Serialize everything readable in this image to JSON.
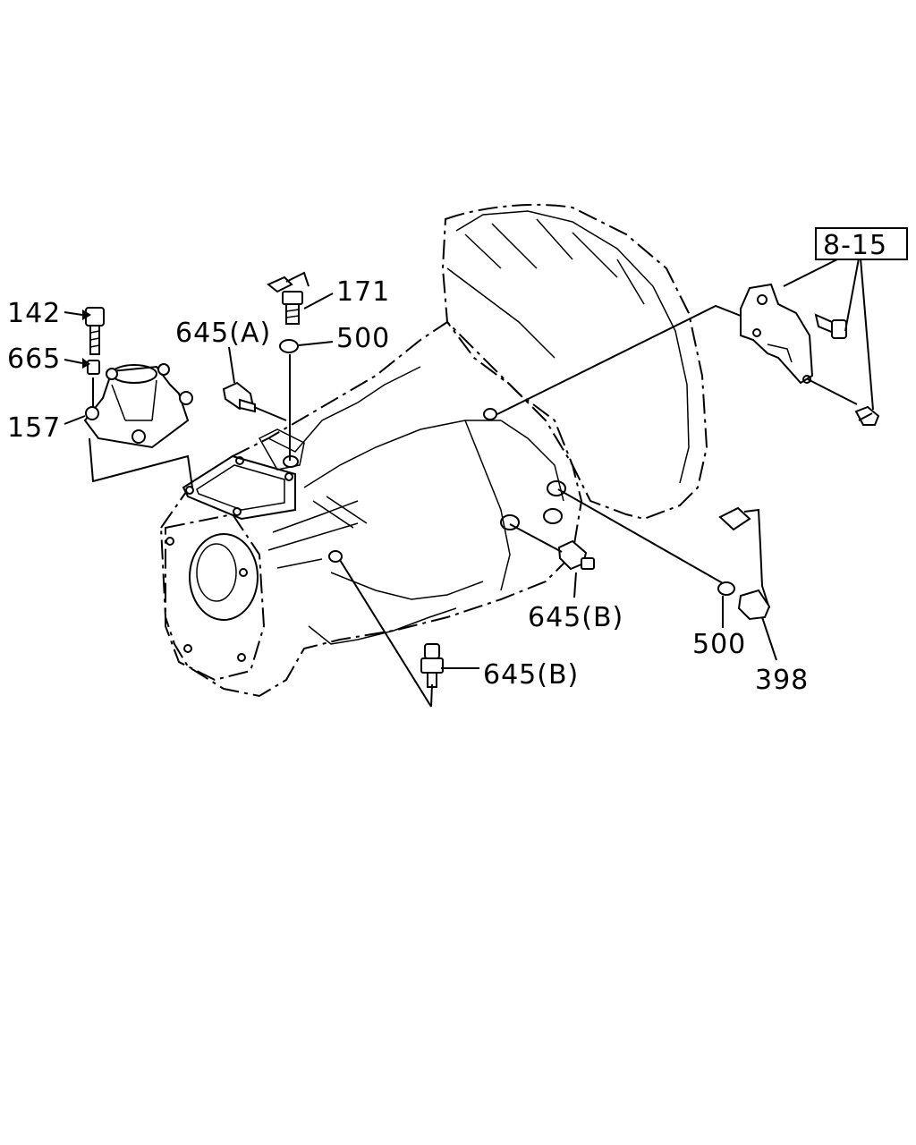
{
  "diagram": {
    "labels": {
      "p142": "142",
      "p665": "665",
      "p157": "157",
      "p171": "171",
      "p645a": "645(A)",
      "p500_top": "500",
      "p815": "8-15",
      "p645b_mid": "645(B)",
      "p645b_bot": "645(B)",
      "p500_right": "500",
      "p398": "398"
    }
  }
}
